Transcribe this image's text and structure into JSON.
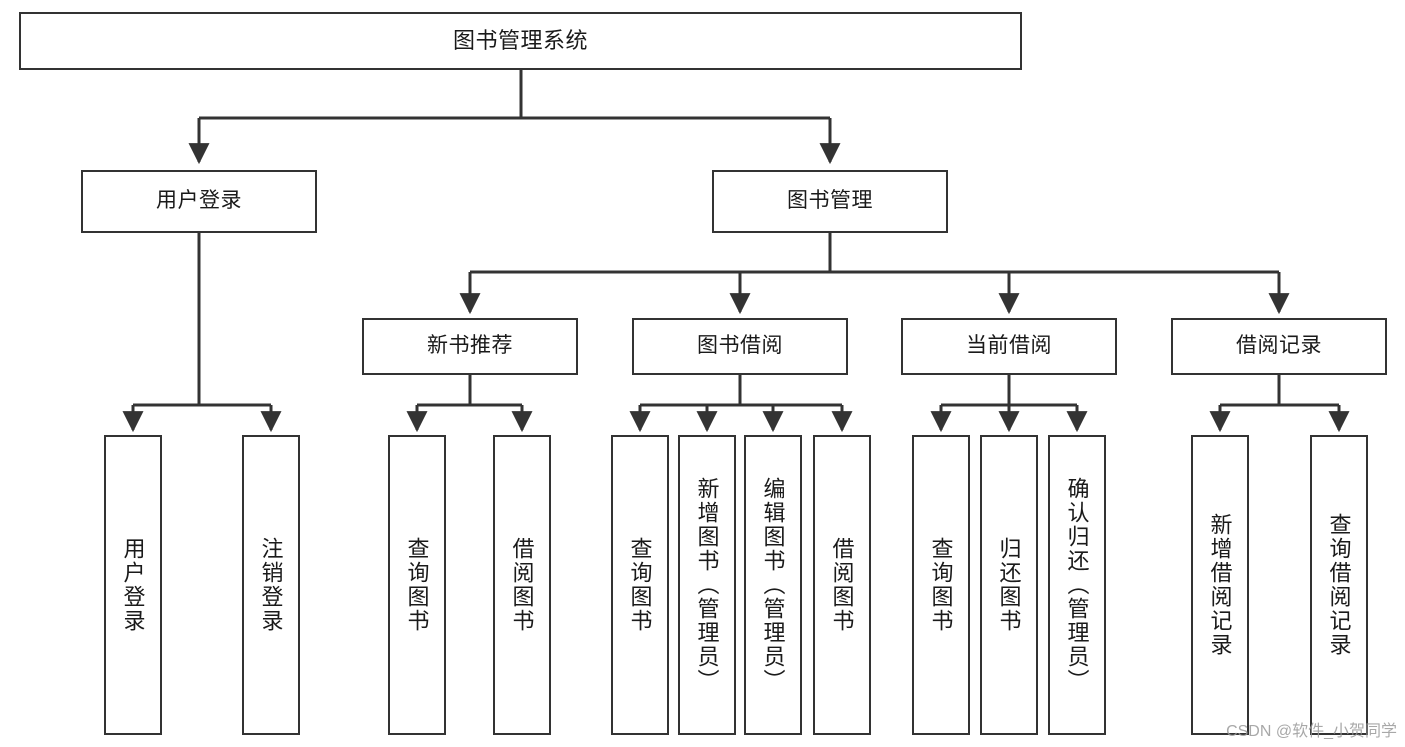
{
  "diagram": {
    "title": "图书管理系统",
    "style": {
      "box_border_color": "#333333",
      "box_fill_color": "#ffffff",
      "connector_color": "#333333",
      "text_color": "#1a1a1a",
      "background": "#ffffff"
    },
    "levels": {
      "root": "图书管理系统",
      "level2": [
        "用户登录",
        "图书管理"
      ],
      "level3": [
        "新书推荐",
        "图书借阅",
        "当前借阅",
        "借阅记录"
      ]
    },
    "nodes": {
      "root": {
        "label": "图书管理系统"
      },
      "user_login": {
        "label": "用户登录"
      },
      "book_manage": {
        "label": "图书管理"
      },
      "new_book_rec": {
        "label": "新书推荐"
      },
      "book_borrow": {
        "label": "图书借阅"
      },
      "current_borrow": {
        "label": "当前借阅"
      },
      "borrow_record": {
        "label": "借阅记录"
      },
      "leaf_user_login": {
        "label": "用户登录"
      },
      "leaf_logout": {
        "label": "注销登录"
      },
      "leaf_query_book_1": {
        "label": "查询图书"
      },
      "leaf_borrow_book_1": {
        "label": "借阅图书"
      },
      "leaf_query_book_2": {
        "label": "查询图书"
      },
      "leaf_add_book": {
        "label": "新增图书（管理员）"
      },
      "leaf_edit_book": {
        "label": "编辑图书（管理员）"
      },
      "leaf_borrow_book_2": {
        "label": "借阅图书"
      },
      "leaf_query_book_3": {
        "label": "查询图书"
      },
      "leaf_return_book": {
        "label": "归还图书"
      },
      "leaf_confirm_return": {
        "label": "确认归还（管理员）"
      },
      "leaf_add_record": {
        "label": "新增借阅记录"
      },
      "leaf_query_record": {
        "label": "查询借阅记录"
      }
    }
  },
  "watermark": {
    "text": "CSDN @软件_小贺同学"
  }
}
